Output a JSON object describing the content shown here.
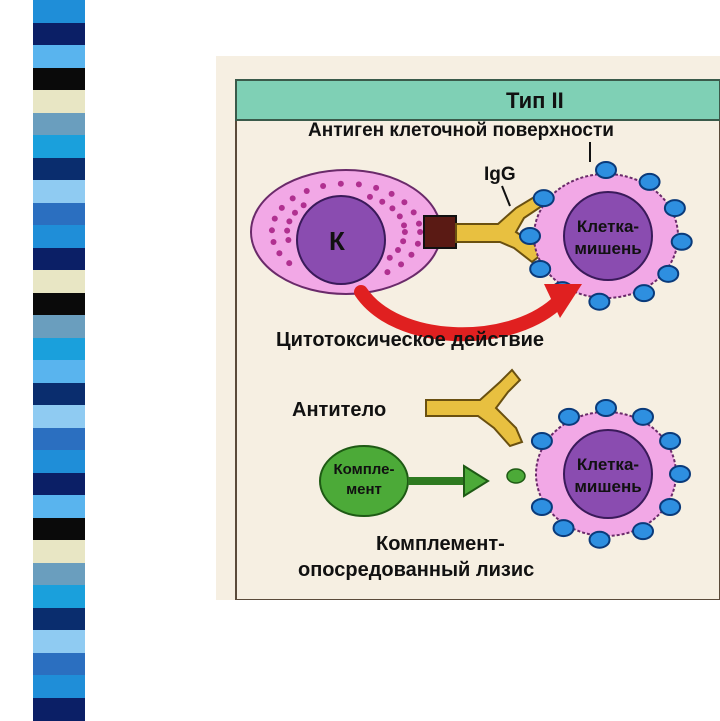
{
  "slide": {
    "stripe_colors": [
      "#1f8ed8",
      "#0b1f66",
      "#59b4ee",
      "#0a0a0a",
      "#e8e6c4",
      "#6a9ebe",
      "#1aa0dc",
      "#0a2d6e",
      "#8fcbf2",
      "#2b6fc0"
    ]
  },
  "diagram": {
    "header": "Тип II",
    "antigen_label": "Антиген клеточной поверхности",
    "igg_label": "IgG",
    "k_cell_label": "К",
    "target_top_line1": "Клетка-",
    "target_top_line2": "мишень",
    "cytotoxic_label": "Цитотоксическое действие",
    "antibody_label": "Антитело",
    "complement_line1": "Компле-",
    "complement_line2": "мент",
    "target_bottom_line1": "Клетка-",
    "target_bottom_line2": "мишень",
    "lysis_line1": "Комплемент-",
    "lysis_line2": "опосредованный лизис",
    "colors": {
      "header_band": "#7fd0b5",
      "cell_outer": "#f2a8e6",
      "cell_inner": "#8a4cb0",
      "antigen": "#2e8fe0",
      "antibody": "#e8c040",
      "receptor": "#5a1a14",
      "arrow_red": "#e02020",
      "complement": "#4caa38"
    }
  }
}
